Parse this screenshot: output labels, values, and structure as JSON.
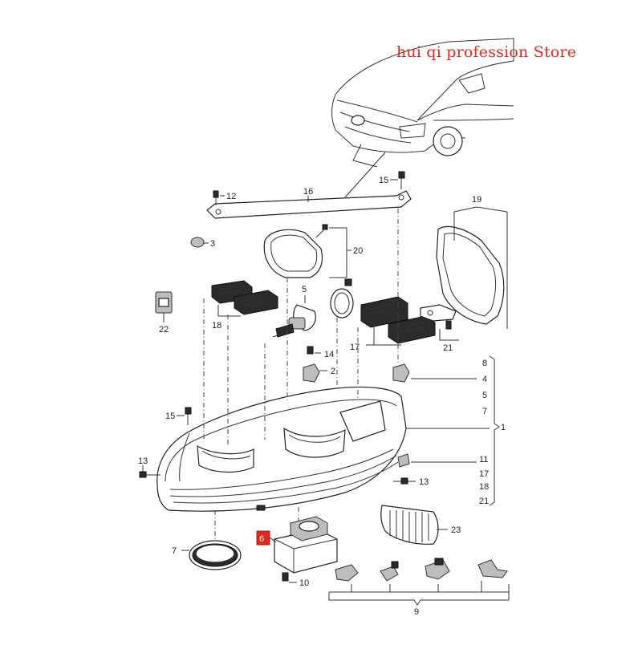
{
  "watermark": {
    "text": "hui qi profession Store"
  },
  "accent_color": "#e0281e",
  "callouts": {
    "c1": "1",
    "c2": "2",
    "c3": "3",
    "c4": "4",
    "c5": "5",
    "c7": "7",
    "c8": "8",
    "c9": "9",
    "c10": "10",
    "c11": "11",
    "c12": "12",
    "c13a": "13",
    "c13b": "13",
    "c14": "14",
    "c15a": "15",
    "c15b": "15",
    "c16": "16",
    "c17a": "17",
    "c17b": "17",
    "c18a": "18",
    "c18b": "18",
    "c19": "19",
    "c20": "20",
    "c21a": "21",
    "c21b": "21",
    "c22": "22",
    "c23": "23",
    "c5b": "5",
    "c7b": "7"
  },
  "highlighted_part": {
    "label": "6"
  },
  "icons": [
    "car-front-icon",
    "headlamp-assembly-icon",
    "ballast-module-icon",
    "bulb-icon",
    "bracket-icon"
  ]
}
